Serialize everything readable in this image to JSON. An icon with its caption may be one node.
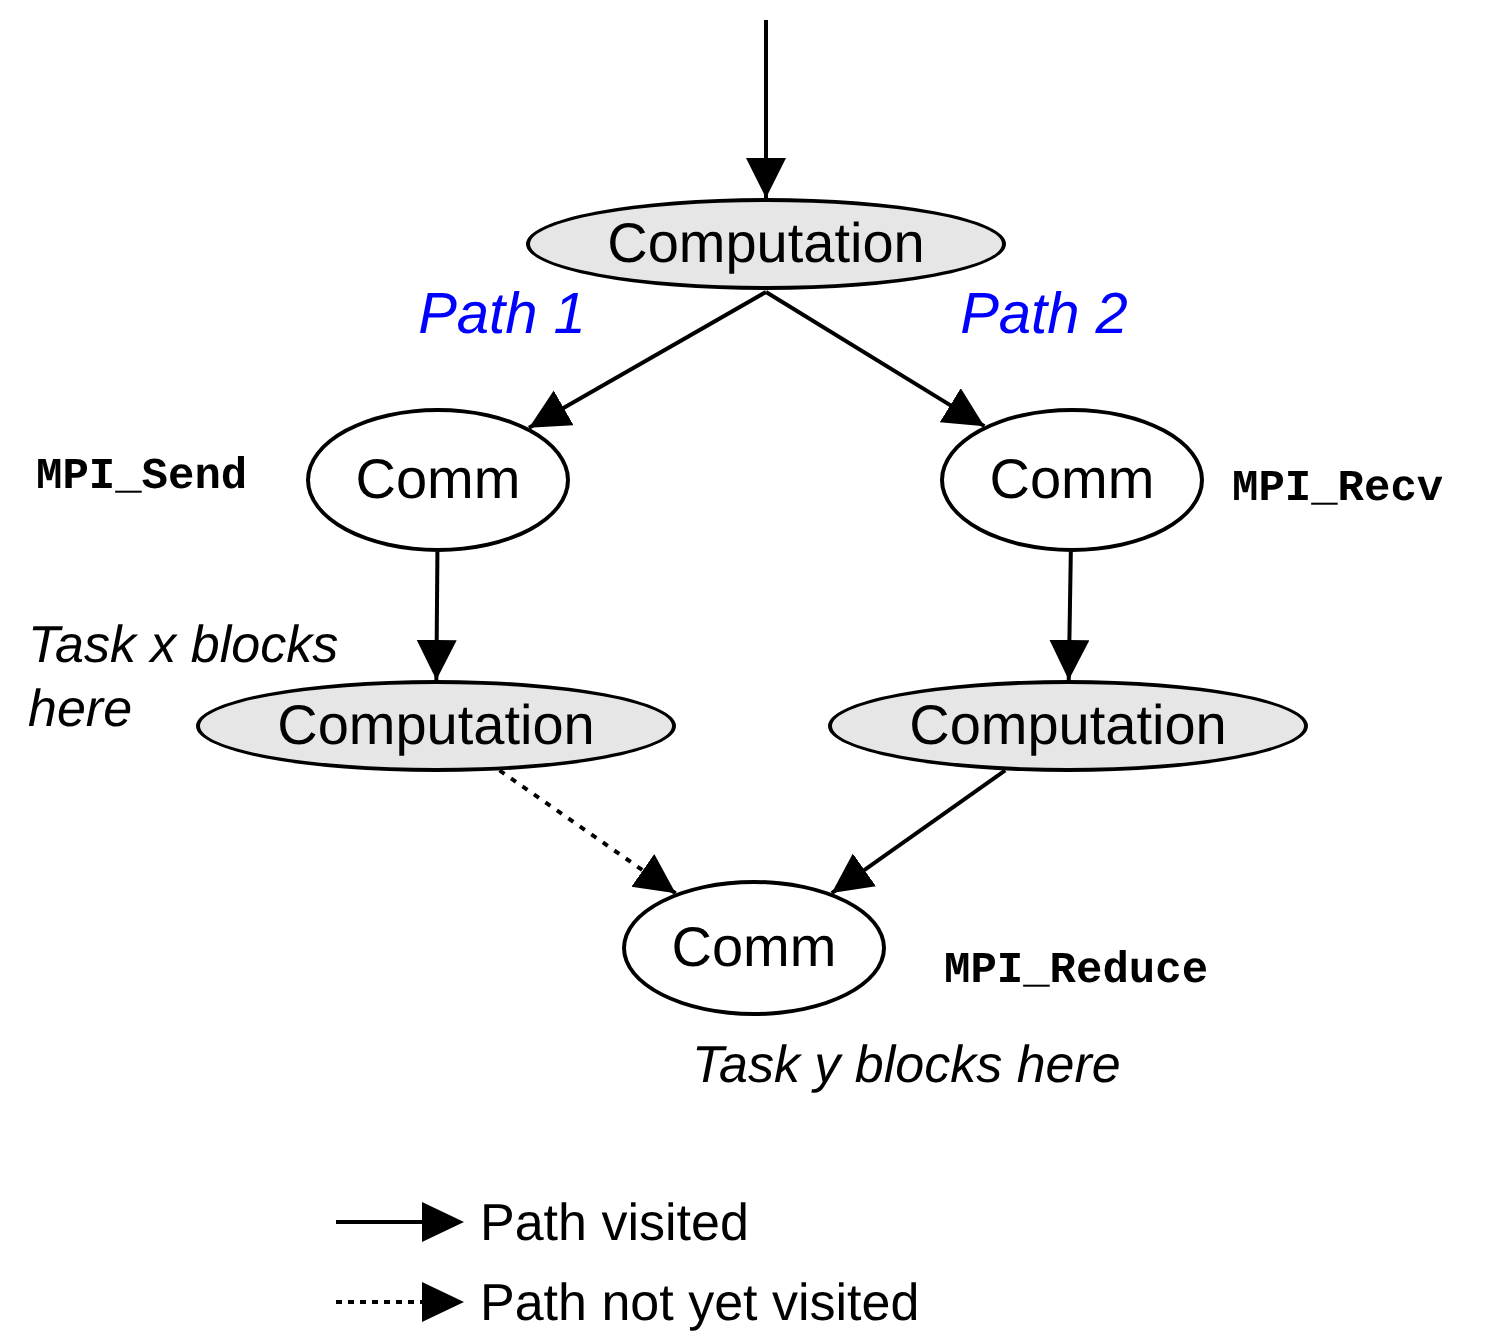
{
  "diagram": {
    "nodes": [
      {
        "text": [
          "Computation"
        ]
      },
      {
        "text": [
          "Comm"
        ],
        "beside": [
          "MPI_Send"
        ]
      },
      {
        "text": [
          "Comm"
        ],
        "beside": [
          "MPI_Recv"
        ]
      },
      {
        "text": [
          "Computation"
        ],
        "beside": [
          "Task x blocks here"
        ]
      },
      {
        "text": [
          "Computation"
        ]
      },
      {
        "text": [
          "Comm"
        ],
        "beside": [
          "MPI_Reduce",
          "Task y blocks here"
        ]
      }
    ],
    "edges": [
      {
        "from": null,
        "to": 0,
        "arrow": "to"
      },
      {
        "from": 0,
        "to": 1,
        "arrow": "to",
        "label": "Path 1"
      },
      {
        "from": 0,
        "to": 2,
        "arrow": "to",
        "label": "Path 2"
      },
      {
        "from": 1,
        "to": 3,
        "arrow": "to"
      },
      {
        "from": 2,
        "to": 4,
        "arrow": "to"
      },
      {
        "from": 3,
        "to": 5,
        "arrow": "to",
        "style": "dashed"
      },
      {
        "from": 4,
        "to": 5,
        "arrow": "to"
      }
    ],
    "legend": [
      {
        "text": "Path visited"
      },
      {
        "text": "Path not yet visited"
      }
    ]
  }
}
